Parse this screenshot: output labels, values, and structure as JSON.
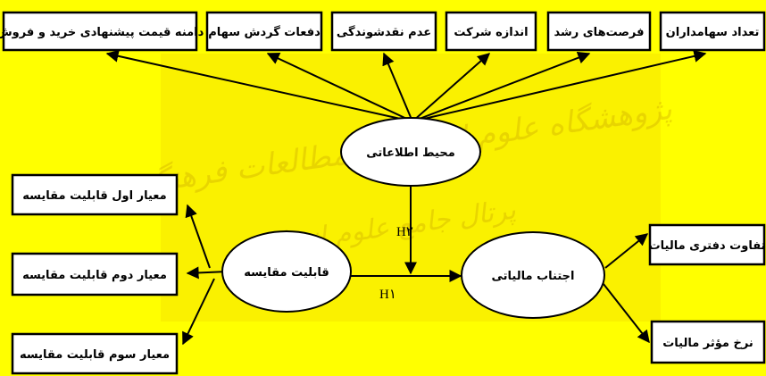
{
  "colors": {
    "background": "#ffff00",
    "border": "#000000",
    "watermark": "#b89400"
  },
  "watermark_text": {
    "line1": "پژوهشگاه علوم انسانی و مطالعات فرهنگی",
    "line2": "پرتال جامع علوم انسانی"
  },
  "top_boxes": [
    {
      "id": "shareholders",
      "label": "تعداد سهامداران"
    },
    {
      "id": "growth",
      "label": "فرصت‌های رشد"
    },
    {
      "id": "size",
      "label": "اندازه شرکت"
    },
    {
      "id": "illiquidity",
      "label": "عدم نقدشوندگی"
    },
    {
      "id": "turnover",
      "label": "دفعات گردش سهام"
    },
    {
      "id": "spread",
      "label": "دامنه قیمت پیشنهادی خرید و فروش"
    }
  ],
  "left_boxes": [
    {
      "id": "criterion1",
      "label": "معیار اول قابلیت مقایسه"
    },
    {
      "id": "criterion2",
      "label": "معیار دوم قابلیت مقایسه"
    },
    {
      "id": "criterion3",
      "label": "معیار سوم قابلیت مقایسه"
    }
  ],
  "right_boxes": [
    {
      "id": "bookdiff",
      "label": "تفاوت دفتری مالیات"
    },
    {
      "id": "effrate",
      "label": "نرخ مؤثر مالیات"
    }
  ],
  "ellipses": {
    "info_env": "محیط اطلاعاتی",
    "comparability": "قابلیت مقایسه",
    "tax_avoidance": "اجتناب مالیاتی"
  },
  "hypotheses": {
    "h1": "H۱",
    "h2": "H۲"
  }
}
